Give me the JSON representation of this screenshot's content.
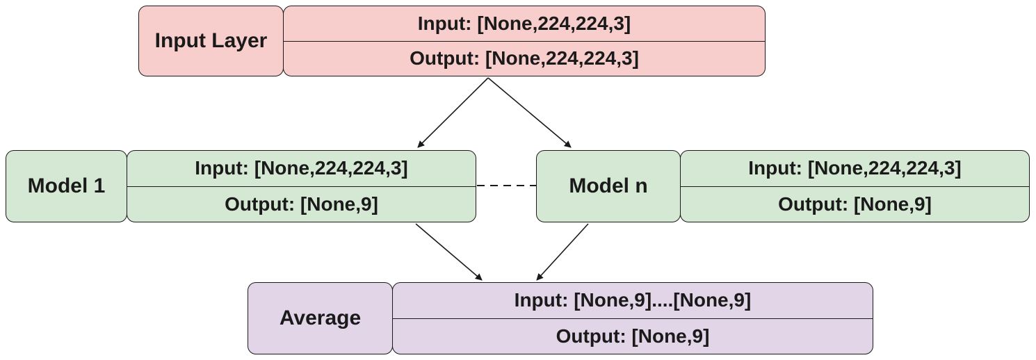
{
  "input_layer": {
    "name": "Input Layer",
    "input": "Input: [None,224,224,3]",
    "output": "Output: [None,224,224,3]"
  },
  "model_1": {
    "name": "Model 1",
    "input": "Input: [None,224,224,3]",
    "output": "Output: [None,9]"
  },
  "model_n": {
    "name": "Model n",
    "input": "Input: [None,224,224,3]",
    "output": "Output: [None,9]"
  },
  "average": {
    "name": "Average",
    "input": "Input: [None,9]....[None,9]",
    "output": "Output: [None,9]"
  },
  "colors": {
    "input_layer": "#f8cecc",
    "models": "#d5e8d4",
    "average": "#e1d5e7",
    "stroke": "#1a1a1a"
  }
}
